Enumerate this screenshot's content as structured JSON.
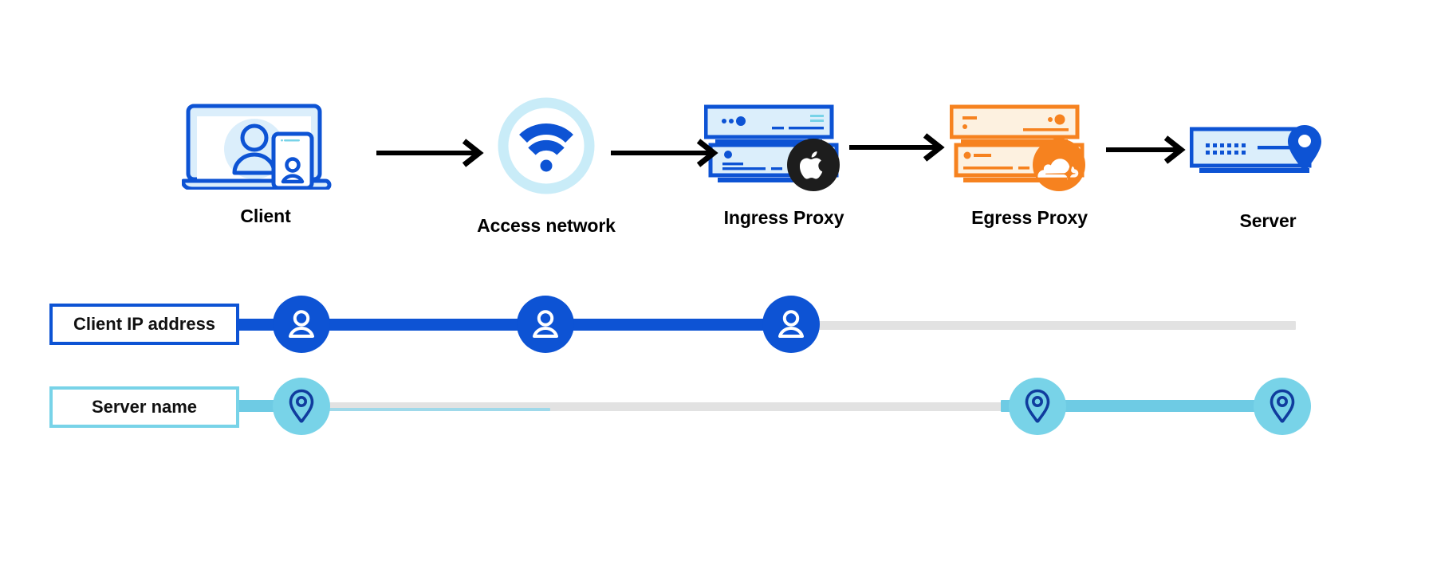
{
  "diagram": {
    "title_visible": false,
    "colors": {
      "blue": "#0d53d4",
      "blue_dark": "#103c9e",
      "blue_pale": "#dbeefb",
      "sky": "#78d3e8",
      "sky_line": "#6ecbe4",
      "orange": "#f6821f",
      "orange_pale": "#fdf1e0",
      "gray_track": "#e2e2e2",
      "black": "#000000",
      "apple_badge": "#1d1d1d"
    },
    "flow": {
      "nodes": [
        {
          "id": "client",
          "label": "Client",
          "icon": "laptop-phone-user-icon",
          "badge": "none"
        },
        {
          "id": "access-network",
          "label": "Access network",
          "icon": "wifi-circle-icon",
          "badge": "none"
        },
        {
          "id": "ingress-proxy",
          "label": "Ingress Proxy",
          "icon": "server-stack-blue-icon",
          "badge": "apple-logo-icon"
        },
        {
          "id": "egress-proxy",
          "label": "Egress Proxy",
          "icon": "server-stack-orange-icon",
          "badge": "cloudflare-logo-icon"
        },
        {
          "id": "server",
          "label": "Server",
          "icon": "server-single-blue-icon",
          "badge": "map-pin-icon"
        }
      ],
      "arrows": [
        {
          "from": "client",
          "to": "access-network",
          "icon": "arrow-right-icon"
        },
        {
          "from": "access-network",
          "to": "ingress-proxy",
          "icon": "arrow-right-icon"
        },
        {
          "from": "ingress-proxy",
          "to": "egress-proxy",
          "icon": "arrow-right-icon"
        },
        {
          "from": "egress-proxy",
          "to": "server",
          "icon": "arrow-right-icon"
        }
      ]
    },
    "tracks": [
      {
        "id": "client-ip-address",
        "label": "Client IP address",
        "marker_icon": "person-icon",
        "accent": "#0d53d4",
        "marker_count": 3,
        "marker_at_nodes": [
          "client",
          "access-network",
          "ingress-proxy"
        ],
        "active_span_nodes": [
          "client",
          "ingress-proxy"
        ],
        "inactive_span_nodes": [
          "ingress-proxy",
          "server"
        ]
      },
      {
        "id": "server-name",
        "label": "Server name",
        "marker_icon": "map-pin-icon",
        "accent": "#78d3e8",
        "marker_count": 3,
        "marker_at_nodes": [
          "client",
          "egress-proxy",
          "server"
        ],
        "active_span_nodes": [
          "egress-proxy",
          "server"
        ],
        "inactive_span_nodes": [
          "client",
          "egress-proxy"
        ]
      }
    ]
  }
}
